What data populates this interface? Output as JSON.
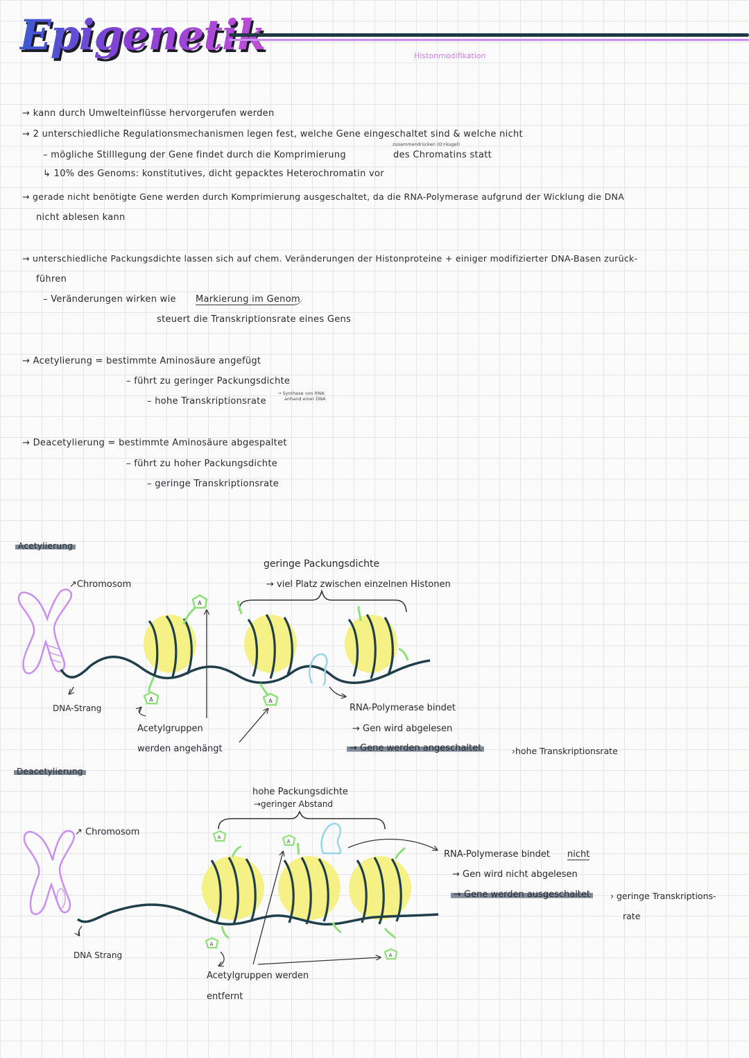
{
  "header": {
    "title": "Epigenetik",
    "subtitle": "Histonmodifikation"
  },
  "notes": {
    "l1": "→ kann durch Umwelteinflüsse hervorgerufen werden",
    "l2": "→ 2 unterschiedliche Regulationsmechanismen legen fest, welche Gene eingeschaltet sind & welche nicht",
    "l3a": "– mögliche Stilllegung der Gene findet durch die Komprimierung",
    "l3note": "zusammendrücken (O+kugel)",
    "l3b": "des Chromatins statt",
    "l4": "↳ 10% des Genoms: konstitutives, dicht gepacktes Heterochromatin vor",
    "l5a": "→ gerade nicht benötigte Gene werden durch Komprimierung ausgeschaltet, da die RNA-Polymerase aufgrund der Wicklung die DNA",
    "l5b": "nicht ablesen kann",
    "l6a": "→ unterschiedliche Packungsdichte lassen sich auf chem. Veränderungen der Histonproteine + einiger modifizierter DNA-Basen zurück-",
    "l6b": "führen",
    "l7a": "– Veränderungen wirken wie",
    "l7b": "Markierung im Genom",
    "l8": "steuert die Transkriptionsrate eines Gens"
  },
  "acetyl_def": {
    "l1": "→ Acetylierung = bestimmte Aminosäure angefügt",
    "l2": "– führt zu geringer Packungsdichte",
    "l3": "– hohe Transkriptionsrate",
    "note1": "→ Synthese von RNA",
    "note2": "anhand einer DNA"
  },
  "deacetyl_def": {
    "l1": "→ Deacetylierung = bestimmte Aminosäure abgespaltet",
    "l2": "– führt zu hoher Packungsdichte",
    "l3": "– geringe Transkriptionsrate"
  },
  "diagram_acetyl": {
    "heading": "Acetylierung",
    "top1": "geringe Packungsdichte",
    "top2": "→ viel Platz zwischen einzelnen Histonen",
    "chromosom": "↗Chromosom",
    "dna": "DNA-Strang",
    "acetyl1": "Acetylgruppen",
    "acetyl2": "werden angehängt",
    "rna1": "RNA-Polymerase bindet",
    "rna2": "→ Gen wird abgelesen",
    "rna3": "→ Gene werden angeschaltet",
    "rate": "›hohe Transkriptionsrate",
    "group_letter": "A"
  },
  "diagram_deacetyl": {
    "heading": "Deacetylierung",
    "top1": "hohe Packungsdichte",
    "top2": "→geringer Abstand",
    "chromosom": "↗ Chromosom",
    "dna": "DNA Strang",
    "acetyl1": "Acetylgruppen werden",
    "acetyl2": "entfernt",
    "rna1a": "RNA-Polymerase bindet",
    "rna1b": "nicht",
    "rna2": "→ Gen wird nicht abgelesen",
    "rna3": "→ Gene werden ausgeschaltet",
    "rate1": "› geringe Transkriptions-",
    "rate2": "rate",
    "group_letter": "A"
  },
  "colors": {
    "title_gradient": [
      "#3a5ad0",
      "#c04fd8"
    ],
    "dna": "#1f3f4a",
    "histone": "#f5f07a",
    "acetyl_green": "#8de07a",
    "chromosome": "#c98ef0",
    "polymerase": "#9ad4e8",
    "highlight": "#7f8b99"
  }
}
